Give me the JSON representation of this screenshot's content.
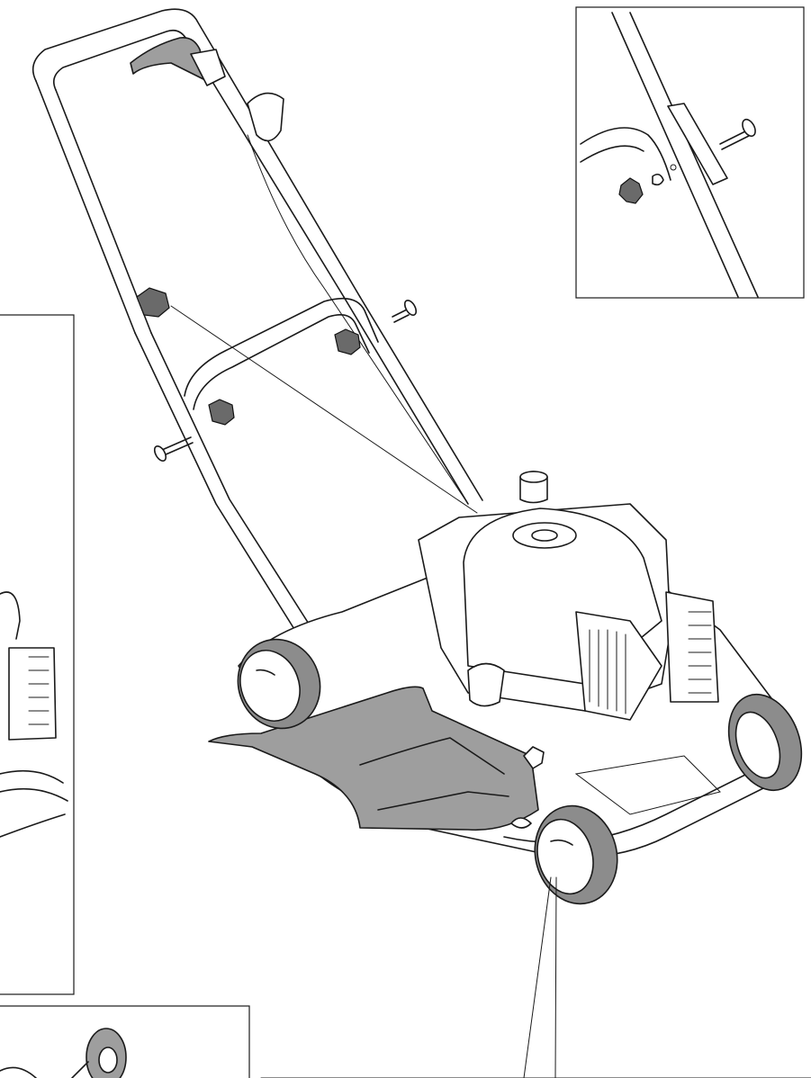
{
  "figure": {
    "main_subject": "lawn-mower-assembly-illustration",
    "insets": [
      "handle-bolt-detail",
      "engine-side-detail",
      "wheel-detail"
    ],
    "parts": [
      "upper-handle",
      "lower-handle",
      "throttle-control",
      "control-cable",
      "handle-knob",
      "carriage-bolt",
      "engine",
      "fuel-cap",
      "air-filter",
      "mower-deck",
      "rear-discharge-deflector",
      "wing-nut",
      "front-wheel",
      "rear-wheel",
      "callout-leader"
    ]
  },
  "colors": {
    "line": "#1a1a1a",
    "knob": "#6a6a6a",
    "deflector": "#9e9e9e",
    "tire": "#8c8c8c",
    "background": "#ffffff"
  }
}
